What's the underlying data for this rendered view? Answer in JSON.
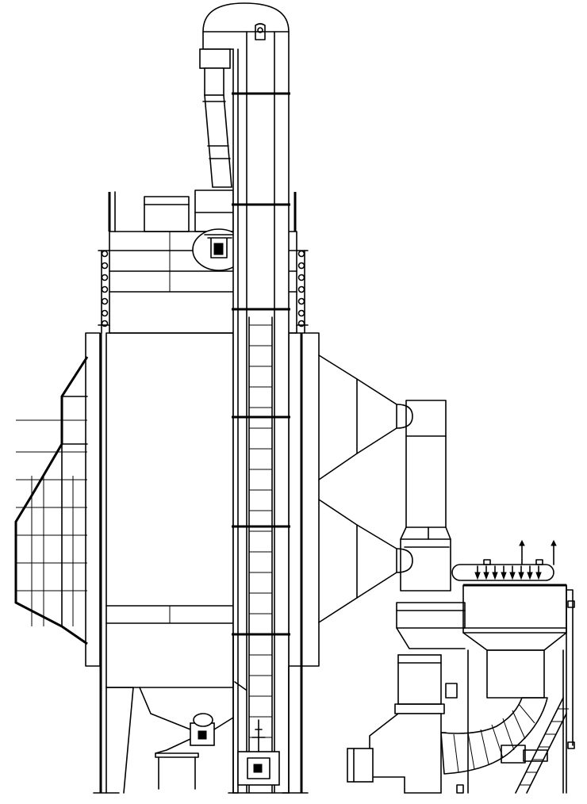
{
  "drawing": {
    "style": "black-on-white line drawing",
    "line_color": "#000000",
    "background_color": "#ffffff",
    "components": [
      "dryer-tower",
      "bucket-elevator",
      "top-distributor",
      "inclined-feed-pipe",
      "left-hot-air-plenum",
      "right-exhaust-hoods",
      "exhaust-duct",
      "dust-collector",
      "spiral-duct",
      "induced-draft-fan",
      "discharge-gear-motor",
      "elevator-boot-motor",
      "discharge-hopper",
      "support-legs",
      "top-walkway-railing",
      "service-ladder"
    ],
    "text_labels": []
  }
}
